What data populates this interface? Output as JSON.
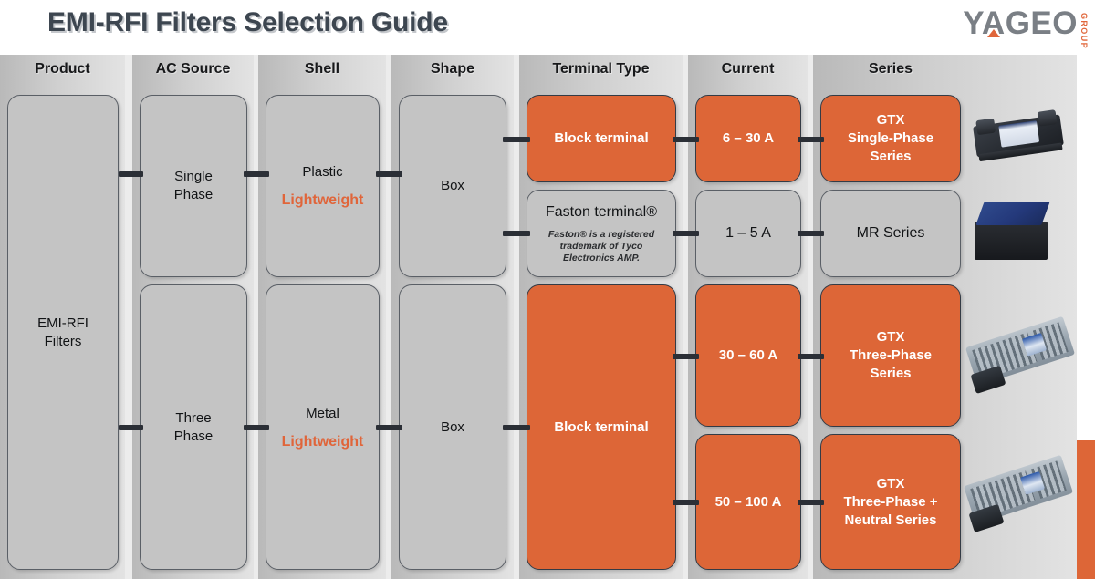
{
  "title": "EMI-RFI Filters Selection Guide",
  "brand": {
    "word": "YAGEO",
    "group": "GROUP"
  },
  "colors": {
    "orange": "#dd6637",
    "accent_text": "#e0653a",
    "title": "#3d4650",
    "cell_gray": "#c4c4c4"
  },
  "columns": [
    {
      "header": "Product"
    },
    {
      "header": "AC Source"
    },
    {
      "header": "Shell"
    },
    {
      "header": "Shape"
    },
    {
      "header": "Terminal Type"
    },
    {
      "header": "Current"
    },
    {
      "header": "Series"
    }
  ],
  "nodes": {
    "product": {
      "label": "EMI-RFI\nFilters",
      "line1": "EMI-RFI",
      "line2": "Filters"
    },
    "ac_source": [
      {
        "line1": "Single",
        "line2": "Phase"
      },
      {
        "line1": "Three",
        "line2": "Phase"
      }
    ],
    "shell": [
      {
        "material": "Plastic",
        "note": "Lightweight"
      },
      {
        "material": "Metal",
        "note": "Lightweight"
      }
    ],
    "shape": [
      {
        "label": "Box"
      },
      {
        "label": "Box"
      }
    ],
    "terminal_type": [
      {
        "label": "Block terminal",
        "style": "orange"
      },
      {
        "label": "Faston terminal®",
        "style": "gray",
        "footnote_line1": "Faston® is a registered trademark",
        "footnote_line2": "of Tyco Electronics AMP."
      },
      {
        "label": "Block terminal",
        "style": "orange"
      }
    ],
    "current": [
      {
        "label": "6 – 30 A",
        "style": "orange"
      },
      {
        "label": "1 – 5 A",
        "style": "gray"
      },
      {
        "label": "30 – 60 A",
        "style": "orange"
      },
      {
        "label": "50 – 100 A",
        "style": "orange"
      }
    ],
    "series": [
      {
        "line1": "GTX",
        "line2": "Single-Phase",
        "line3": "Series",
        "style": "orange"
      },
      {
        "line1": "MR Series",
        "line2": "",
        "line3": "",
        "style": "gray"
      },
      {
        "line1": "GTX",
        "line2": "Three-Phase",
        "line3": "Series",
        "style": "orange"
      },
      {
        "line1": "GTX",
        "line2": "Three-Phase +",
        "line3": "Neutral Series",
        "style": "orange"
      }
    ]
  },
  "product_images": [
    {
      "name": "gtx-single-phase-filter-photo"
    },
    {
      "name": "mr-series-filter-photo"
    },
    {
      "name": "gtx-three-phase-filter-photo"
    },
    {
      "name": "gtx-three-phase-neutral-filter-photo"
    }
  ]
}
